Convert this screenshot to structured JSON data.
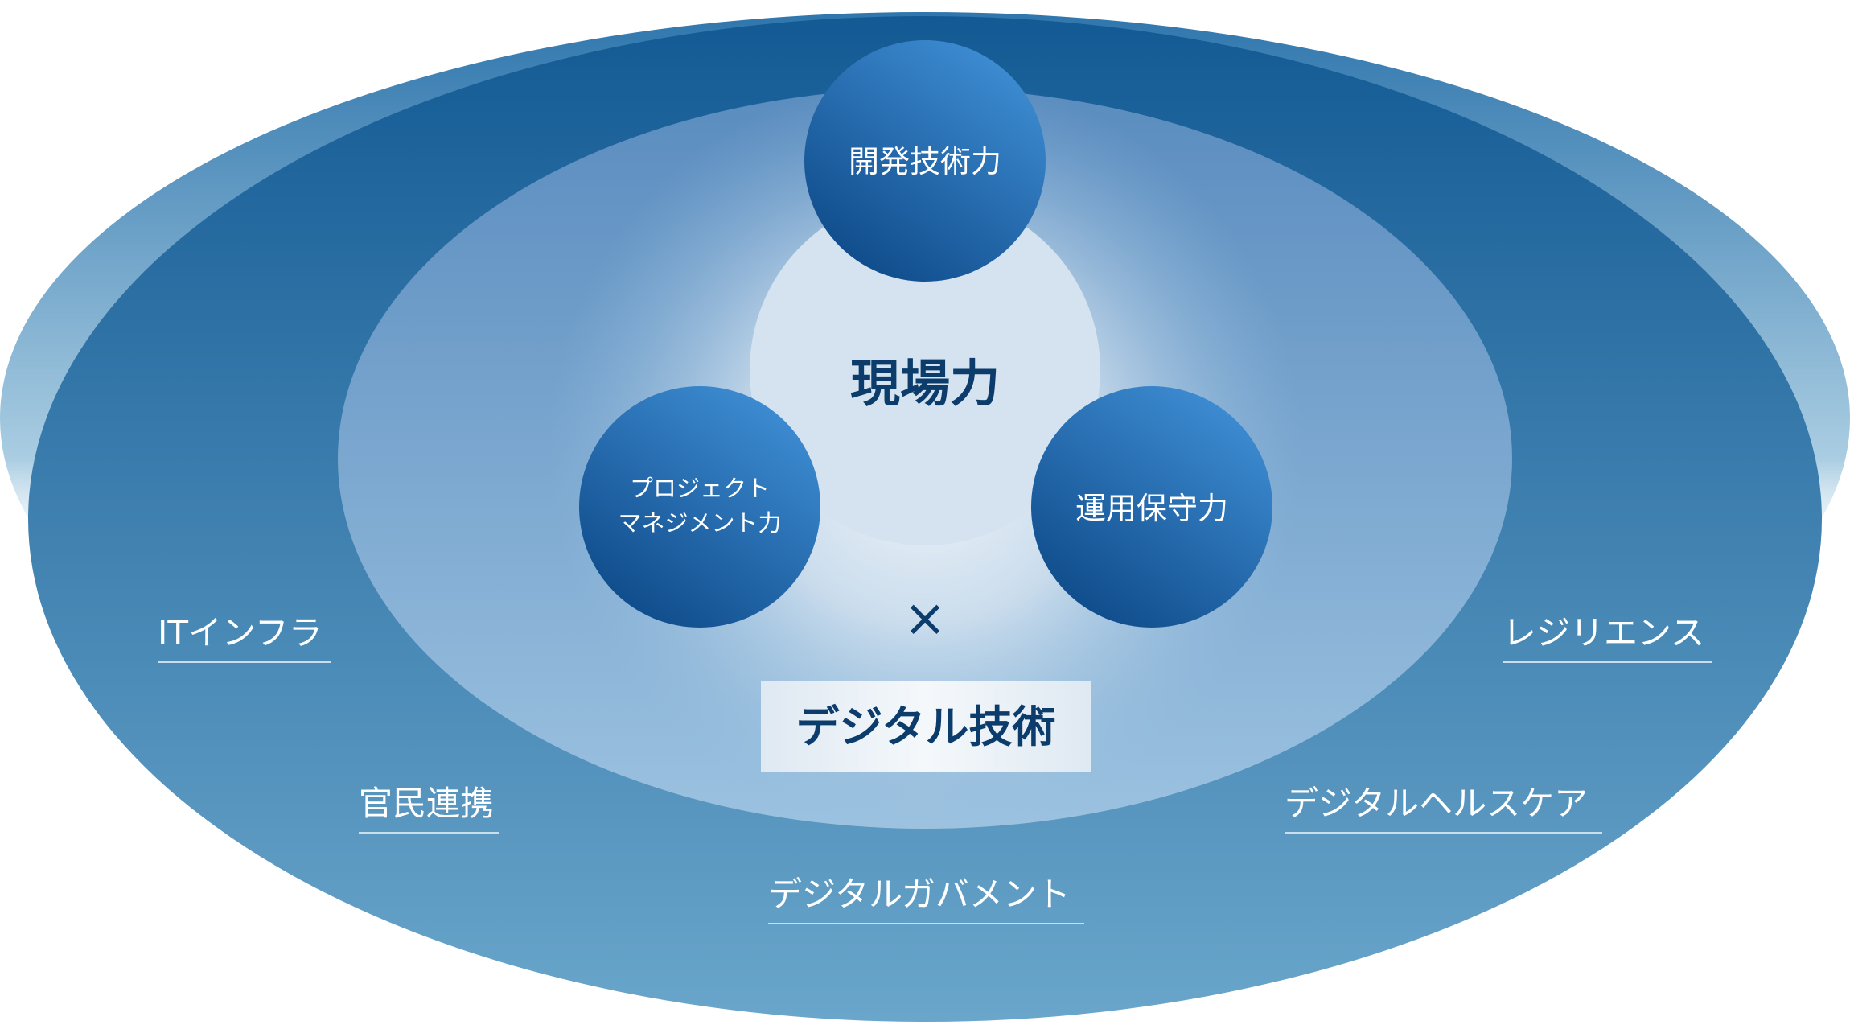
{
  "diagram": {
    "core": "現場力",
    "skills": {
      "top": "開発技術力",
      "left_line1": "プロジェクト",
      "left_line2": "マネジメント力",
      "right": "運用保守力"
    },
    "multiply_symbol": "×",
    "digital": "デジタル技術",
    "domains": {
      "it_infra": "ITインフラ",
      "public_private": "官民連携",
      "digital_government": "デジタルガバメント",
      "digital_healthcare": "デジタルヘルスケア",
      "resilience": "レジリエンス"
    }
  },
  "colors": {
    "outer_top": "#135a94",
    "outer_bottom": "#5e9cc3",
    "inner_top": "#5a8cbf",
    "inner_bottom": "#9cc2e0",
    "core_fill": "#d4e3ef",
    "circle_light": "#3c8ad0",
    "circle_dark": "#0f4b8a",
    "text_dark": "#0b3c6b",
    "digital_box": "#e6eef5"
  }
}
